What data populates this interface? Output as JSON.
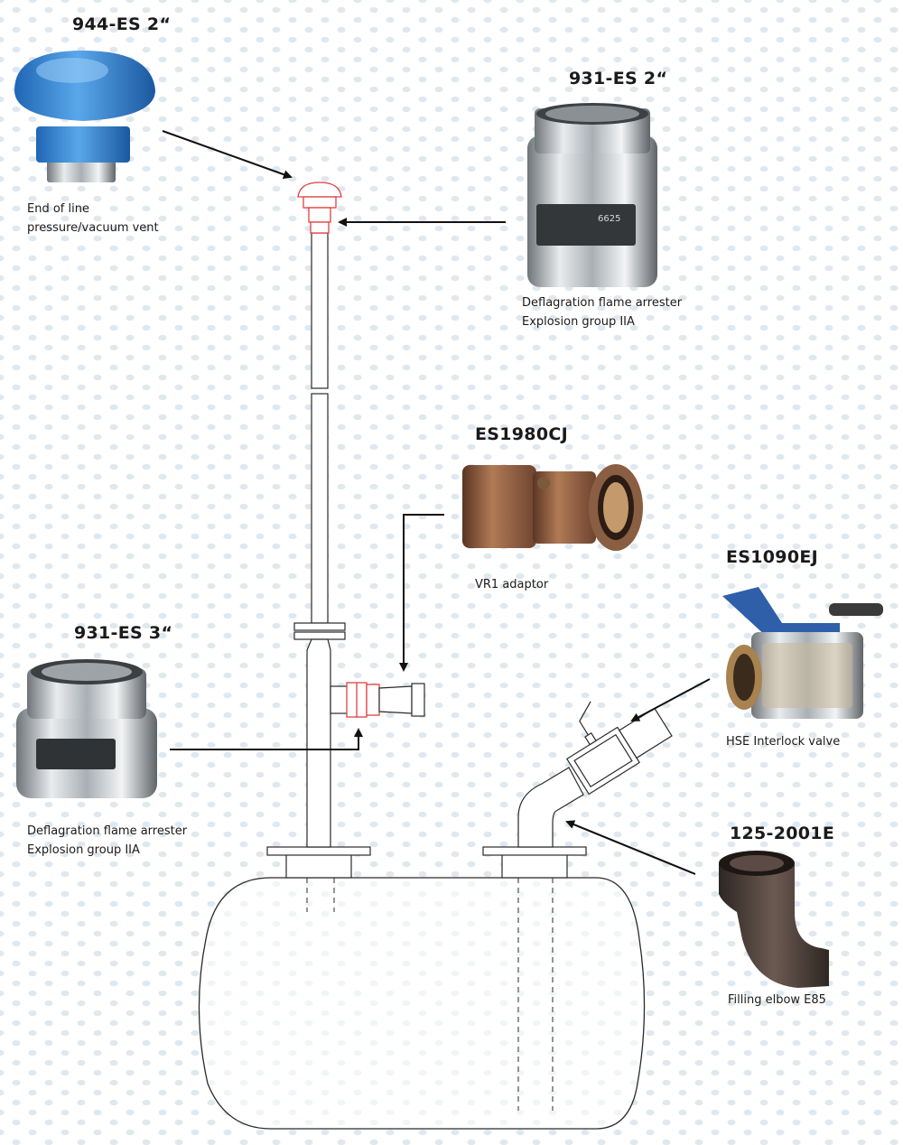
{
  "components": {
    "vent_top": {
      "code": "944-ES 2“",
      "caption_line1": "End of line",
      "caption_line2": "pressure/vacuum vent",
      "color": "#2b7fd0"
    },
    "arrester_top": {
      "code": "931-ES 2“",
      "caption_line1": "Deflagration flame arrester",
      "caption_line2": "Explosion group IIA",
      "plate_text": "6625"
    },
    "vr1_adaptor": {
      "code": "ES1980CJ",
      "caption": "VR1 adaptor",
      "color": "#9a6a4a"
    },
    "interlock_valve": {
      "code": "ES1090EJ",
      "caption": "HSE Interlock valve",
      "handle_color": "#2f5fa8"
    },
    "arrester_bottom": {
      "code": "931-ES 3“",
      "caption_line1": "Deflagration flame arrester",
      "caption_line2": "Explosion group IIA"
    },
    "filling_elbow": {
      "code": "125-2001E",
      "caption": "Filling elbow E85",
      "color": "#4a3d38"
    }
  },
  "colors": {
    "line": "#2a2a2a",
    "highlight": "#e04040",
    "arrow": "#111111"
  }
}
